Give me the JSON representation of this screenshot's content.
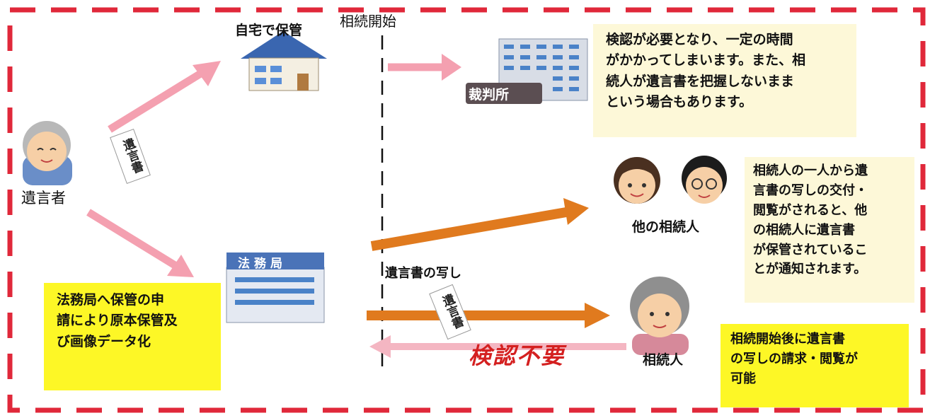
{
  "header": {
    "start_label": "相続開始"
  },
  "testator": {
    "label": "遺言者"
  },
  "home": {
    "label": "自宅で保管"
  },
  "court": {
    "sign": "裁判所"
  },
  "bureau": {
    "sign": "法務局"
  },
  "other_heirs": {
    "label": "他の相続人"
  },
  "heir": {
    "label": "相続人"
  },
  "documents": {
    "will_doc": "遺言書",
    "will_copy_doc": "遺言書",
    "copy_label": "遺言書の写し"
  },
  "no_probate": {
    "label": "検認不要"
  },
  "notes": {
    "court_note": [
      "検認が必要となり、一定の時間",
      "がかかってしまいます。また、相",
      "続人が遺言書を把握しないまま",
      "という場合もあります。"
    ],
    "notify_note": [
      "相続人の一人から遺",
      "言書の写しの交付・",
      "閲覧がされると、他",
      "の相続人に遺言書",
      "が保管されているこ",
      "とが通知されます。"
    ],
    "bureau_note": [
      "法務局へ保管の申",
      "請により原本保管及",
      "び画像データ化"
    ],
    "heir_note": [
      "相続開始後に遺言書",
      "の写しの請求・閲覧が",
      "可能"
    ]
  },
  "colors": {
    "frame": "#e0283a",
    "pink_arrow": "#f4a0b0",
    "orange_arrow": "#e07a1e",
    "note_cream": "#fdf8d8",
    "note_yellow": "#fdf726",
    "no_probate_red": "#d42020"
  },
  "icons": [
    "house-icon",
    "court-building-icon",
    "bureau-building-icon",
    "elderly-person-icon",
    "heir-woman-icon",
    "heir-man-icon",
    "elderly-heir-icon"
  ]
}
